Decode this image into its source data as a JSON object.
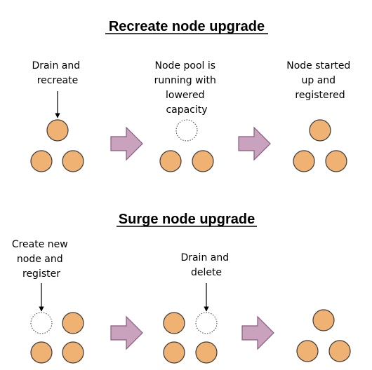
{
  "colors": {
    "node_fill": "#F0B273",
    "node_stroke": "#3A3A3A",
    "arrow_fill": "#C9A3BE",
    "arrow_stroke": "#8A5A7E",
    "pointer": "#000000",
    "text": "#000000"
  },
  "recreate": {
    "title": "Recreate node upgrade",
    "step1_label": [
      "Drain and",
      "recreate"
    ],
    "step2_label": [
      "Node pool is",
      "running with",
      "lowered",
      "capacity"
    ],
    "step3_label": [
      "Node started",
      "up and",
      "registered"
    ]
  },
  "surge": {
    "title": "Surge node upgrade",
    "step1_label": [
      "Create new",
      "node and",
      "register"
    ],
    "step2_label": [
      "Drain and",
      "delete"
    ]
  },
  "icons": {
    "node": "node-circle-icon",
    "placeholder": "dotted-placeholder-circle-icon",
    "transition": "right-block-arrow-icon",
    "pointer": "down-pointer-arrow-icon"
  }
}
